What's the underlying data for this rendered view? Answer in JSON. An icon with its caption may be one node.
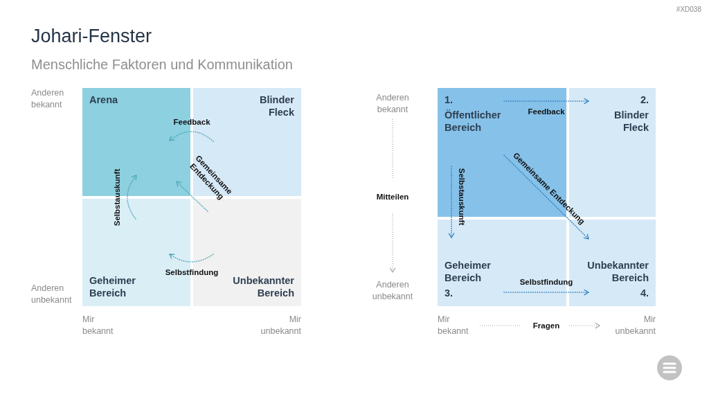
{
  "diagram": {
    "title": "Johari-Fenster",
    "nodes": [
      {
        "text": [
          "Arena"
        ]
      },
      {
        "text": [
          "Blinder Fleck"
        ]
      },
      {
        "text": [
          "Geheimer Bereich"
        ]
      },
      {
        "text": [
          "Unbekannter Bereich"
        ]
      },
      {
        "text": [
          "1.",
          "Öffentlicher Bereich"
        ]
      },
      {
        "text": [
          "2.",
          "Blinder Fleck"
        ]
      },
      {
        "text": [
          "Geheimer Bereich",
          "3."
        ]
      },
      {
        "text": [
          "Unbekannter Bereich",
          "4."
        ]
      }
    ],
    "edges": [
      {
        "from": 1,
        "to": 0,
        "arrow": "to",
        "label": "Feedback",
        "color": "#4ba6b8"
      },
      {
        "from": 3,
        "to": 0,
        "arrow": "to",
        "label": "Gemeinsame Entdeckung",
        "color": "#4ba6b8"
      },
      {
        "from": 2,
        "to": 0,
        "arrow": "to",
        "label": "Selbstauskunft",
        "color": "#4ba6b8"
      },
      {
        "from": 3,
        "to": 2,
        "arrow": "to",
        "label": "Selbstfindung",
        "color": "#4ba6b8"
      },
      {
        "from": 4,
        "to": 5,
        "arrow": "to",
        "label": "Feedback"
      },
      {
        "from": 4,
        "to": 6,
        "arrow": "to",
        "label": "Selbstauskunft"
      },
      {
        "from": 4,
        "to": 7,
        "arrow": "to",
        "label": "Gemeinsame Entdeckung"
      },
      {
        "from": 6,
        "to": 7,
        "arrow": "to",
        "label": "Selbstfindung"
      }
    ],
    "labels": [
      "#XD038",
      "Menschliche Faktoren und Kommunikation",
      "Anderen bekannt",
      "Anderen bekannt",
      "Mitteilen",
      "Anderen unbekannt",
      "Anderen unbekannt",
      "Mir bekannt",
      "Mir unbekannt",
      "Mir bekannt",
      "Fragen",
      "Mir unbekannt"
    ]
  }
}
